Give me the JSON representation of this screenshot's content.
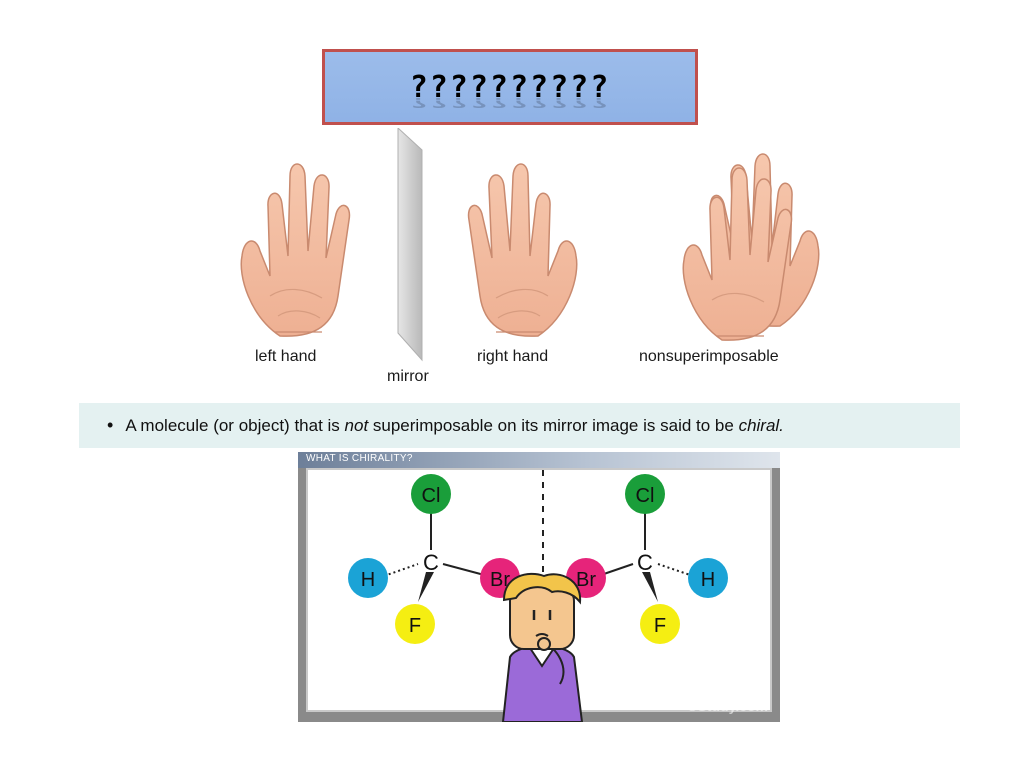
{
  "slide": {
    "title": "??????????",
    "hands": {
      "left_label": "left hand",
      "mirror_label": "mirror",
      "right_label": "right hand",
      "nonsuper_label": "nonsuperimposable"
    },
    "definition": {
      "bullet": "•",
      "part1": "A molecule (or object) that is ",
      "emph1": "not",
      "part2": " superimposable on its mirror image is said to be ",
      "emph2": "chiral."
    }
  },
  "video": {
    "header": "WHAT IS CHIRALITY?",
    "watermark": "©Study.com",
    "left_molecule": {
      "center": "C",
      "top": "Cl",
      "left": "H",
      "right": "Br",
      "bottom": "F"
    },
    "right_molecule": {
      "center": "C",
      "top": "Cl",
      "left": "Br",
      "right": "H",
      "bottom": "F"
    },
    "colors": {
      "cl": "#1a9e3a",
      "h": "#1ba3d6",
      "br": "#e6247a",
      "f": "#f5ee12",
      "skin": "#f4c68f",
      "vest": "#9b6ad8",
      "hair": "#f2c44a"
    }
  },
  "colors": {
    "title_border": "#c0504d",
    "title_fill": "#95b7e8",
    "def_bar": "#e4f1f1"
  }
}
